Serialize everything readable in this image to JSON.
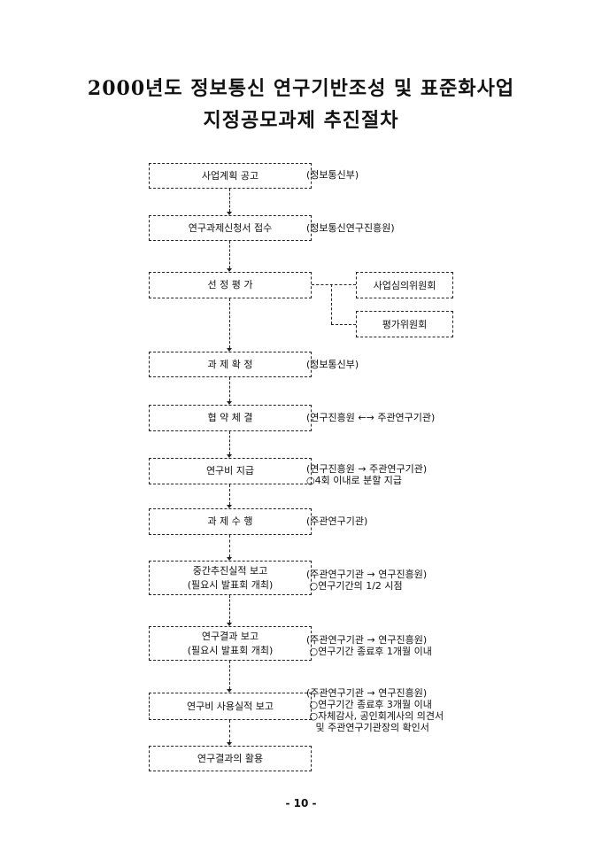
{
  "title_line1": "2000년도 정보통신 연구기반조성 및 표준화사업",
  "title_line2": "지정공모과제 추진절차",
  "steps": [
    {
      "label": "사업계획 공고",
      "note": "(정보통신부)"
    },
    {
      "label": "연구과제신청서 접수",
      "note": "(정보통신연구진흥원)"
    },
    {
      "label": "선 정 평 가",
      "note": ""
    },
    {
      "label": "과 제 확 정",
      "note": "(정보통신부)"
    },
    {
      "label": "협 약 체 결",
      "note": "(연구진흥원 ←→ 주관연구기관)"
    },
    {
      "label": "연구비 지급",
      "note": "(연구진흥원 → 주관연구기관)\n○4회 이내로 분할 지급"
    },
    {
      "label": "과 제 수 행",
      "note": "(주관연구기관)"
    },
    {
      "label": "중간추진실적 보고\n(필요시 발표회 개최)",
      "note": "(주관연구기관 → 연구진흥원)\n ○연구기간의 1/2 시점"
    },
    {
      "label": "연구결과 보고\n(필요시 발표회 개최)",
      "note": "(주관연구기관 → 연구진흥원)\n ○연구기간 종료후 1개월 이내"
    },
    {
      "label": "연구비 사용실적 보고",
      "note": "(주관연구기관 → 연구진흥원)\n ○연구기간 종료후 3개월 이내\n ○자체감사, 공인회계사의 의견서\n   및 주관연구기관장의 확인서"
    },
    {
      "label": "연구결과의 활용",
      "note": ""
    }
  ],
  "committees": [
    "사업심의위원회",
    "평가위원회"
  ],
  "page_number": "- 10 -"
}
